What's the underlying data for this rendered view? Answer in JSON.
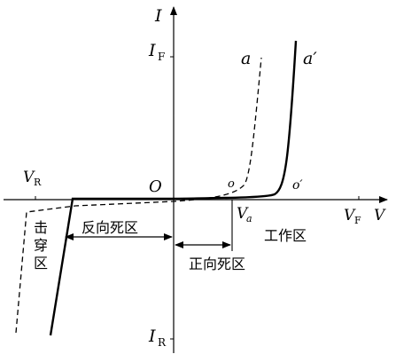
{
  "labels": {
    "y_axis": "I",
    "x_axis": "V",
    "origin": "O",
    "i_forward": "I",
    "i_forward_sub": "F",
    "i_reverse": "I",
    "i_reverse_sub": "R",
    "v_reverse": "V",
    "v_reverse_sub": "R",
    "v_forward": "V",
    "v_forward_sub": "F",
    "v_a": "V",
    "v_a_sub": "a",
    "curve_a": "a",
    "curve_a_prime": "a′",
    "point_o": "o",
    "point_o_prime": "o′"
  },
  "regions": {
    "reverse_dead": "反向死区",
    "forward_dead": "正向死区",
    "working": "工作区",
    "breakdown_1": "击",
    "breakdown_2": "穿",
    "breakdown_3": "区"
  },
  "colors": {
    "ink": "#000000",
    "background": "#ffffff"
  }
}
